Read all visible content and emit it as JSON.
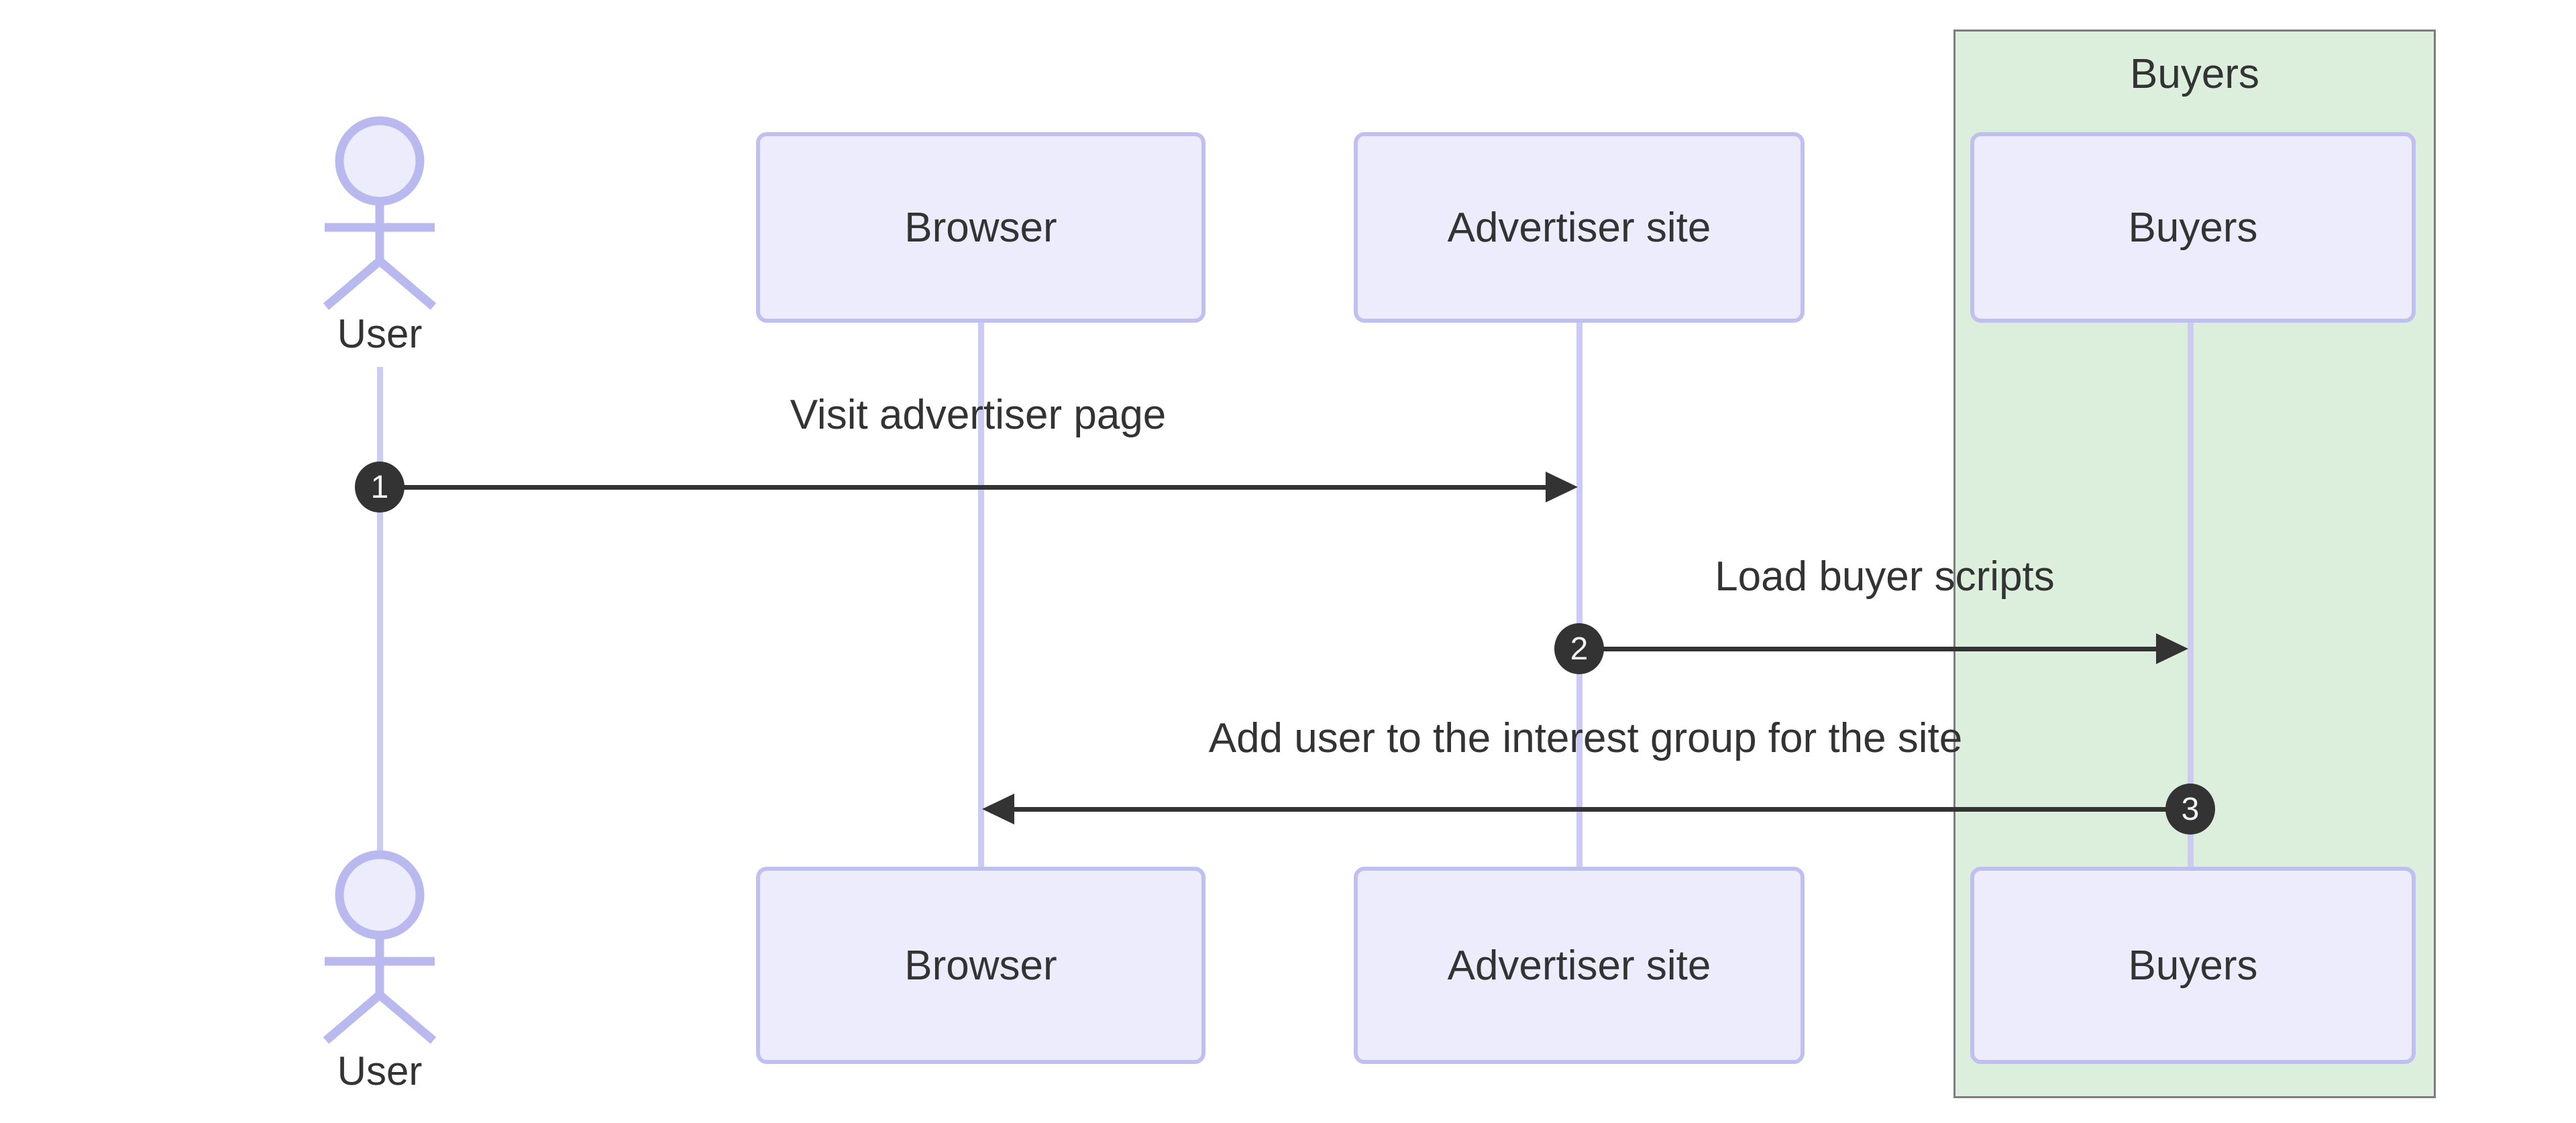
{
  "diagram": {
    "type": "sequence",
    "actor": {
      "name": "User"
    },
    "participants": {
      "browser": "Browser",
      "advertiser": "Advertiser site",
      "buyers": "Buyers"
    },
    "group": {
      "label": "Buyers"
    },
    "messages": [
      {
        "num": "1",
        "label": "Visit advertiser page",
        "from": "User",
        "to": "Advertiser site"
      },
      {
        "num": "2",
        "label": "Load buyer scripts",
        "from": "Advertiser site",
        "to": "Buyers"
      },
      {
        "num": "3",
        "label": "Add user to the interest group for the site",
        "from": "Buyers",
        "to": "Browser"
      }
    ]
  },
  "colors": {
    "box-fill": "#ECECFC",
    "box-border": "#C0C0F0",
    "lifeline": "#CBCBF6",
    "actor-stroke": "#B9B9EF",
    "group-fill": "#DCEEDC",
    "group-border": "#7D7D7D",
    "text": "#333333",
    "arrow": "#333333",
    "badge-text": "#F4F4F4"
  }
}
